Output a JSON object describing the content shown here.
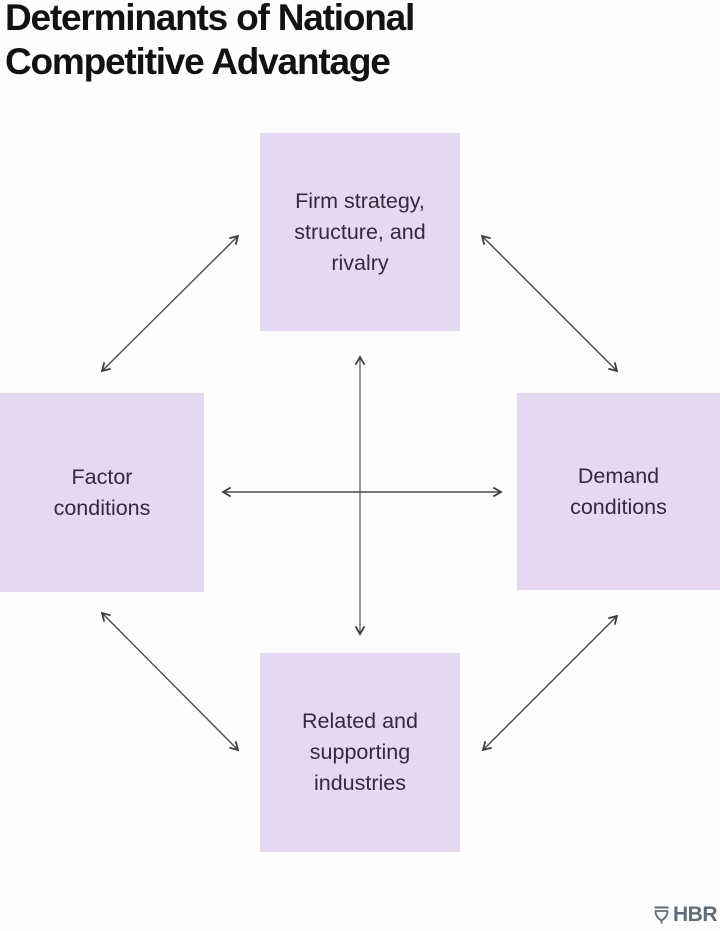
{
  "title": "Determinants of National Competitive Advantage",
  "diagram": {
    "type": "diamond-model",
    "nodes": {
      "top": {
        "label": "Firm strategy, structure, and rivalry"
      },
      "left": {
        "label": "Factor conditions"
      },
      "right": {
        "label": "Demand conditions"
      },
      "bottom": {
        "label": "Related and supporting industries"
      }
    },
    "connections": [
      {
        "from": "top",
        "to": "bottom",
        "style": "double-arrow"
      },
      {
        "from": "left",
        "to": "right",
        "style": "double-arrow"
      },
      {
        "from": "top",
        "to": "left",
        "style": "double-arrow"
      },
      {
        "from": "top",
        "to": "right",
        "style": "double-arrow"
      },
      {
        "from": "left",
        "to": "bottom",
        "style": "double-arrow"
      },
      {
        "from": "right",
        "to": "bottom",
        "style": "double-arrow"
      }
    ]
  },
  "footer": {
    "brand": "HBR",
    "logo_icon": "hbr-shield-icon"
  },
  "colors": {
    "background": "#fdfdfd",
    "box_fill": "#e6d8f0",
    "box_text": "#34293f",
    "title_text": "#121212",
    "arrow": "#4a4a4a",
    "brand": "#5e6d78"
  }
}
